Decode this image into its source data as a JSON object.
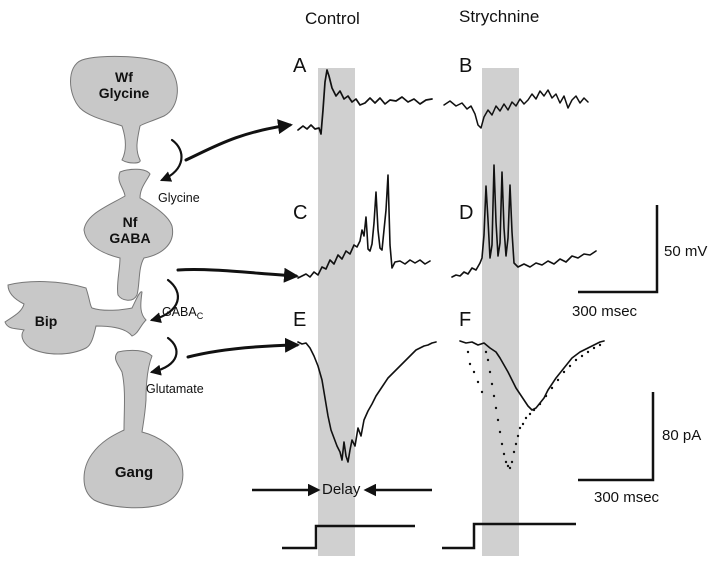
{
  "headers": {
    "control": "Control",
    "strychnine": "Strychnine"
  },
  "panels": {
    "a": "A",
    "b": "B",
    "c": "C",
    "d": "D",
    "e": "E",
    "f": "F"
  },
  "cells": {
    "wf": {
      "line1": "Wf",
      "line2": "Glycine"
    },
    "nf": {
      "line1": "Nf",
      "line2": "GABA"
    },
    "bip": "Bip",
    "gang": "Gang"
  },
  "transmitters": {
    "glycine": "Glycine",
    "gaba_c_main": "GABA",
    "gaba_c_sub": "C",
    "glutamate": "Glutamate"
  },
  "scale_bars": {
    "voltage": {
      "amplitude": "50 mV",
      "time": "300 msec"
    },
    "current": {
      "amplitude": "80 pA",
      "time": "300 msec"
    }
  },
  "delay_label": "Delay",
  "colors": {
    "cell_fill": "#c8c8c8",
    "shade": "#d0d0d0",
    "ink": "#111111"
  }
}
